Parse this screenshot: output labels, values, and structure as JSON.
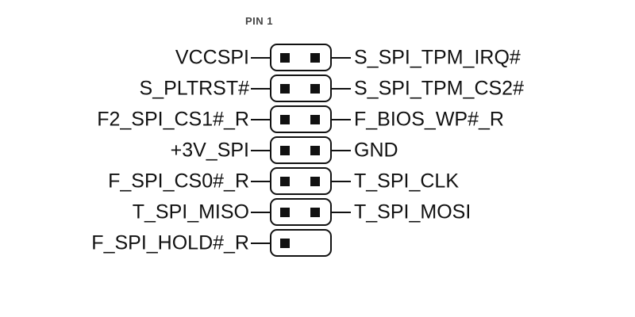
{
  "header": {
    "pin1_label": "PIN 1"
  },
  "rows": [
    {
      "left": "VCCSPI",
      "right": "S_SPI_TPM_IRQ#"
    },
    {
      "left": "S_PLTRST#",
      "right": "S_SPI_TPM_CS2#"
    },
    {
      "left": "F2_SPI_CS1#_R",
      "right": "F_BIOS_WP#_R"
    },
    {
      "left": "+3V_SPI",
      "right": "GND"
    },
    {
      "left": "F_SPI_CS0#_R",
      "right": "T_SPI_CLK"
    },
    {
      "left": "T_SPI_MISO",
      "right": "T_SPI_MOSI"
    },
    {
      "left": "F_SPI_HOLD#_R",
      "right": null
    }
  ]
}
